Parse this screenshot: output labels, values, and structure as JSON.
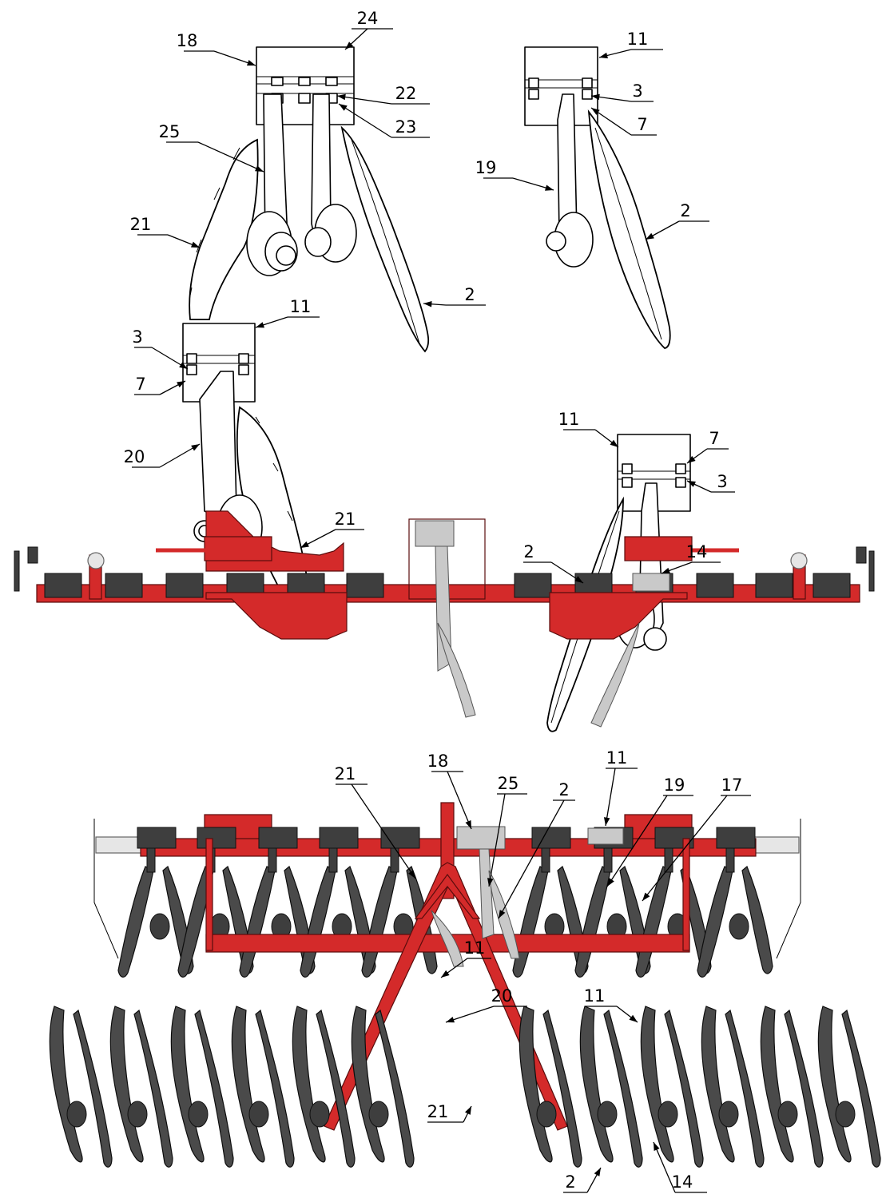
{
  "detail_views": {
    "view_a": {
      "labels": [
        "24",
        "18",
        "22",
        "23",
        "25",
        "21",
        "2",
        "11",
        "3",
        "7",
        "20",
        "21"
      ]
    },
    "view_b": {
      "labels": [
        "11",
        "3",
        "7",
        "19",
        "2"
      ]
    },
    "view_c": {
      "labels": [
        "11",
        "7",
        "3",
        "2",
        "14"
      ]
    }
  },
  "assembly_view": {
    "labels": [
      "18",
      "11",
      "21",
      "25",
      "2",
      "19",
      "17",
      "11",
      "20",
      "11",
      "21",
      "2",
      "14"
    ]
  },
  "colors": {
    "frame": "#d42a2a",
    "discs": "#3e3e3e",
    "highlighted_parts": "#c9c9c9",
    "outline": "#000000"
  }
}
